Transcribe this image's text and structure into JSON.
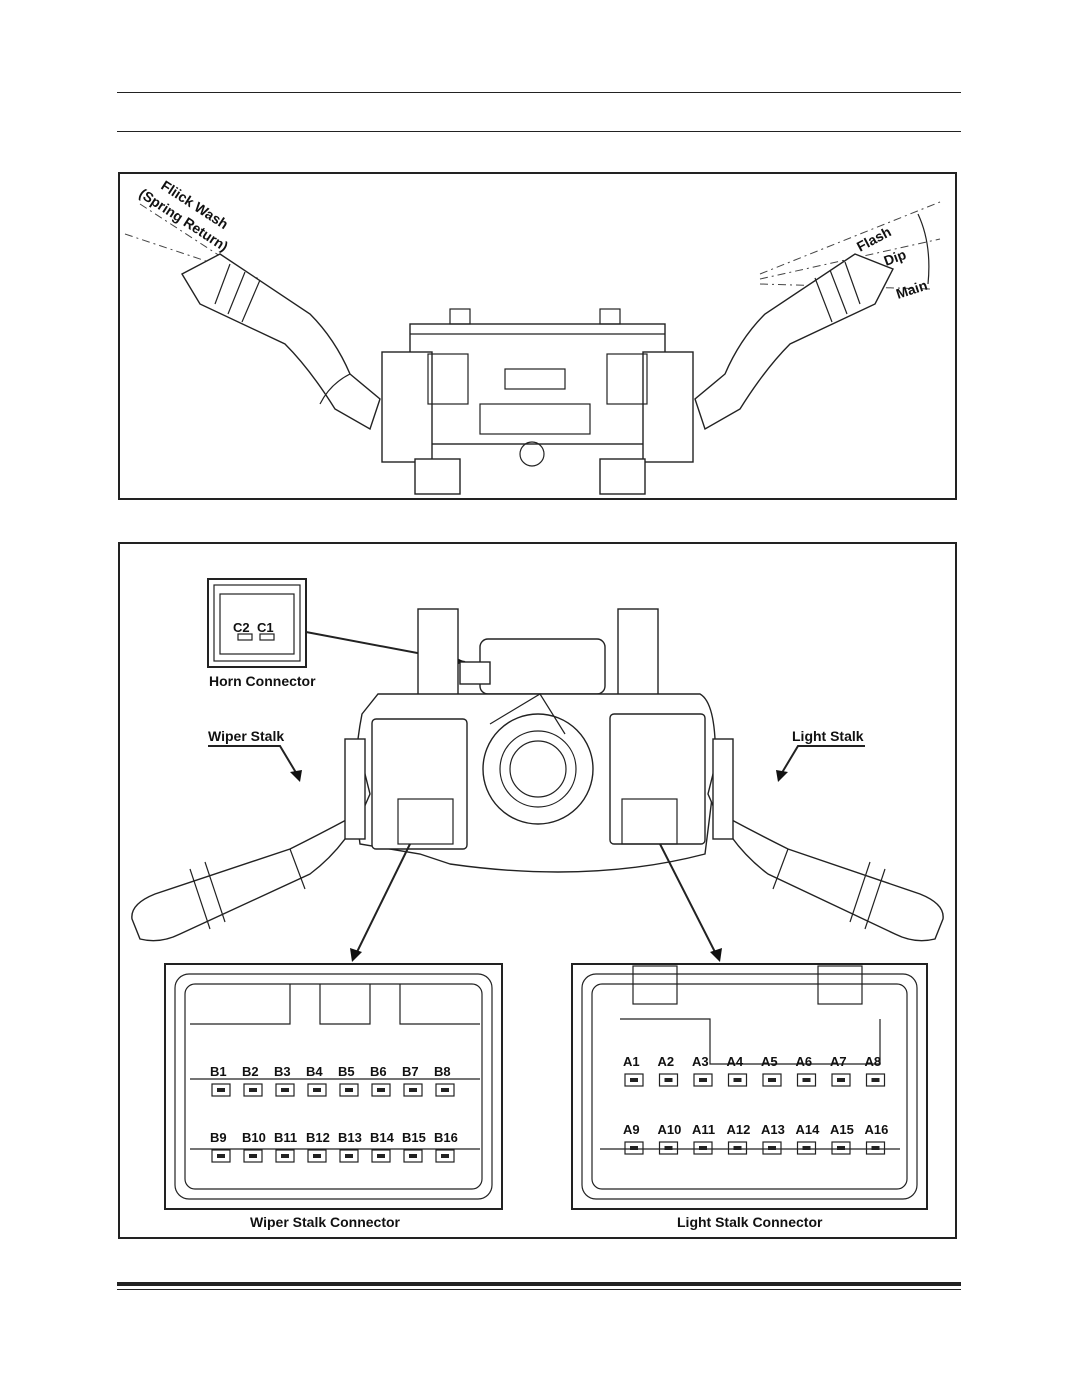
{
  "figure_top": {
    "labels": {
      "flick_wash": "Fliick Wash",
      "spring_return": "(Spring Return)",
      "flash": "Flash",
      "dip": "Dip",
      "main": "Main"
    }
  },
  "figure_bottom": {
    "horn_connector": {
      "caption": "Horn Connector",
      "pins": [
        "C2",
        "C1"
      ]
    },
    "wiper_stalk_label": "Wiper Stalk",
    "light_stalk_label": "Light Stalk",
    "wiper_connector": {
      "caption": "Wiper Stalk Connector",
      "top_row": [
        "B1",
        "B2",
        "B3",
        "B4",
        "B5",
        "B6",
        "B7",
        "B8"
      ],
      "bottom_row": [
        "B9",
        "B10",
        "B11",
        "B12",
        "B13",
        "B14",
        "B15",
        "B16"
      ]
    },
    "light_connector": {
      "caption": "Light Stalk Connector",
      "top_row": [
        "A1",
        "A2",
        "A3",
        "A4",
        "A5",
        "A6",
        "A7",
        "A8"
      ],
      "bottom_row": [
        "A9",
        "A10",
        "A11",
        "A12",
        "A13",
        "A14",
        "A15",
        "A16"
      ]
    }
  }
}
